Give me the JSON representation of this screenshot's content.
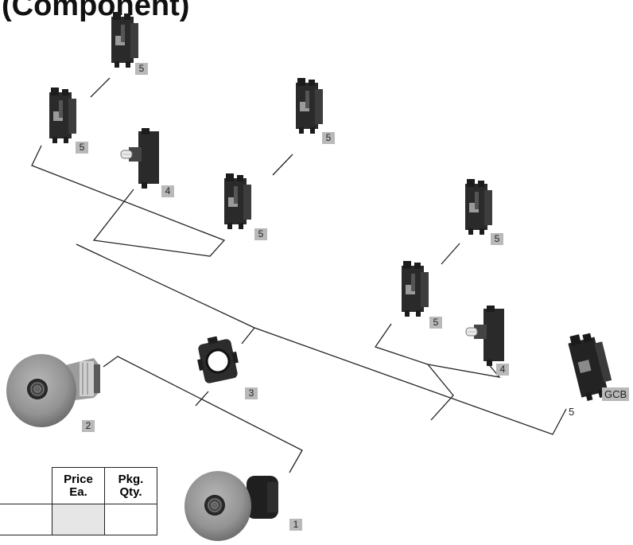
{
  "title": "(Component)",
  "callouts": {
    "c1": "5",
    "c2": "5",
    "c3": "4",
    "c4": "5",
    "c5": "5",
    "c6": "5",
    "c7": "5",
    "c8": "4",
    "c9": "3",
    "c10": "2",
    "c11": "1"
  },
  "gcb": {
    "label": "GCB",
    "number": "5"
  },
  "table": {
    "headers": [
      {
        "line1": "Price",
        "line2": "Ea."
      },
      {
        "line1": "Pkg.",
        "line2": "Qty."
      }
    ]
  }
}
